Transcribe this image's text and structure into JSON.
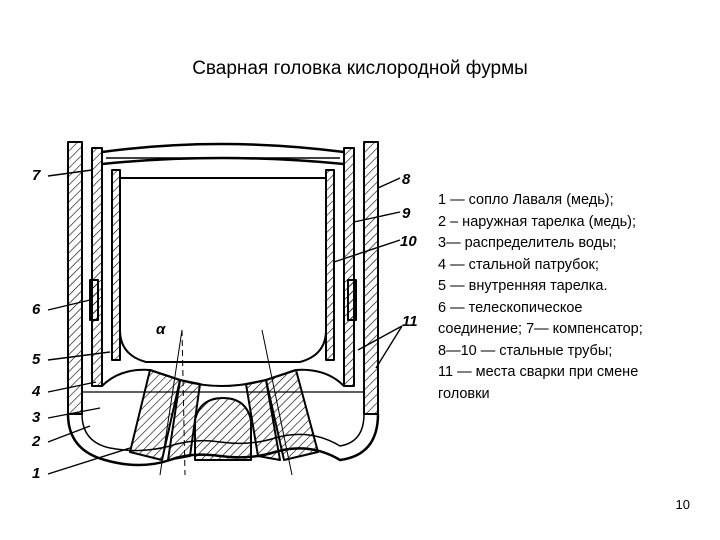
{
  "title": "Сварная головка кислородной фурмы",
  "diagram": {
    "callouts": [
      "7",
      "8",
      "9",
      "10",
      "6",
      "11",
      "5",
      "4",
      "3",
      "2",
      "1"
    ],
    "angle_label": "α"
  },
  "legend": [
    "1 — сопло Лаваля (медь);",
    "2 – наружная тарелка (медь);",
    "3— распределитель воды;",
    "4 — стальной патрубок;",
    "5 — внутренняя тарелка.",
    "6 — телескопическое",
    "соединение; 7— компенсатор;",
    "8—10 — стальные трубы;",
    "11 — места сварки при смене",
    "головки"
  ],
  "page_number": "10"
}
